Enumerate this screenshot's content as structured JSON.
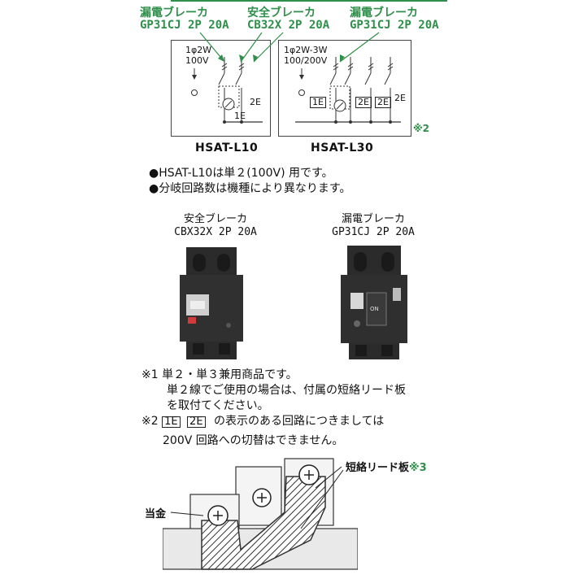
{
  "colors": {
    "accent_green": "#2f8f4a",
    "line": "#333333",
    "breaker_body": "#2b2b2b"
  },
  "wiring": {
    "top_labels": [
      {
        "name": "漏電ブレーカ",
        "model": "GP31CJ 2P 20A"
      },
      {
        "name": "安全ブレーカ",
        "model": "CB32X 2P 20A"
      },
      {
        "name": "漏電ブレーカ",
        "model": "GP31CJ 2P 20A"
      }
    ],
    "left": {
      "spec": "1φ2W",
      "voltage": "100V",
      "e1": "1E",
      "e2": "2E",
      "model": "HSAT-L10"
    },
    "right": {
      "spec": "1φ2W-3W",
      "voltage": "100/200V",
      "e1": "1E",
      "e2": "2E",
      "model": "HSAT-L30"
    },
    "note_mark": "※2"
  },
  "bullets": [
    "●HSAT-L10は単２(100V) 用です。",
    "●分岐回路数は機種により異なります。"
  ],
  "products": [
    {
      "name": "安全ブレーカ",
      "model": "CBX32X 2P 20A"
    },
    {
      "name": "漏電ブレーカ",
      "model": "GP31CJ 2P 20A"
    }
  ],
  "breaker_face": {
    "on_label": "ON"
  },
  "notes": {
    "n1_line1": "※1 単２・単３兼用商品です。",
    "n1_line2": "単２線でご使用の場合は、付属の短絡リード板",
    "n1_line3": "を取付てください。",
    "n2_mark": "※2",
    "n2_tag1": "1E",
    "n2_tag2": "2E",
    "n2_text": "の表示のある回路につきましては",
    "n2_line2": "200V 回路への切替はできません。"
  },
  "lead": {
    "label": "短絡リード板",
    "mark": "※3",
    "left_label": "当金"
  }
}
